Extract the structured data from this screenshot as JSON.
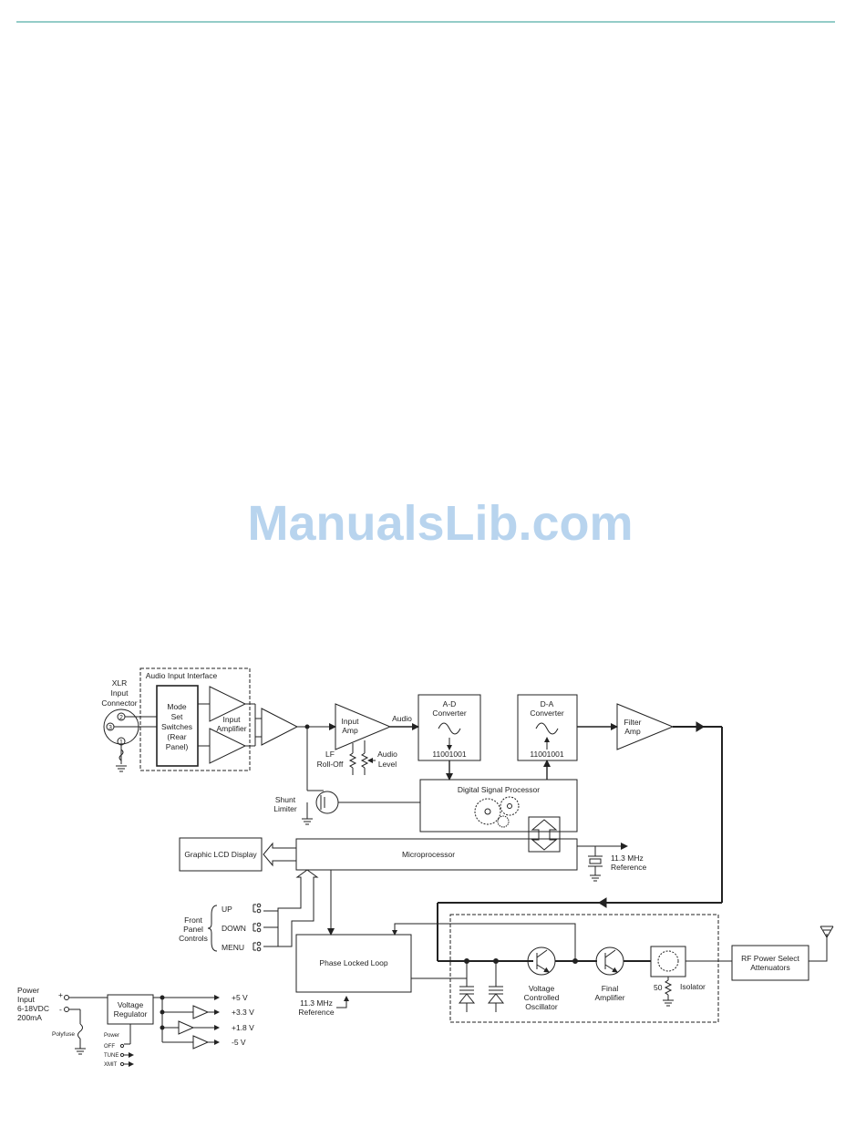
{
  "watermark": "ManualsLib.com",
  "colors": {
    "rule": "#2a9a92",
    "line": "#222222",
    "watermark": "#b8d4ee"
  },
  "diagram": {
    "xlr": {
      "l1": "XLR",
      "l2": "Input",
      "l3": "Connector",
      "pin2": "2",
      "pin3": "3",
      "pin1": "1"
    },
    "audio_input_interface": "Audio Input Interface",
    "mode_set": {
      "l1": "Mode",
      "l2": "Set",
      "l3": "Switches",
      "l4": "(Rear",
      "l5": "Panel)"
    },
    "input_amplifier": {
      "l1": "Input",
      "l2": "Amplifier"
    },
    "input_amp": {
      "l1": "Input",
      "l2": "Amp"
    },
    "audio_label": "Audio",
    "lf_rolloff": {
      "l1": "LF",
      "l2": "Roll-Off"
    },
    "audio_level": {
      "l1": "Audio",
      "l2": "Level"
    },
    "ad_converter": {
      "l1": "A-D",
      "l2": "Converter",
      "code": "11001001"
    },
    "da_converter": {
      "l1": "D-A",
      "l2": "Converter",
      "code": "11001001"
    },
    "filter_amp": {
      "l1": "Filter",
      "l2": "Amp"
    },
    "dsp": "Digital Signal Processor",
    "shunt_limiter": {
      "l1": "Shunt",
      "l2": "Limiter"
    },
    "graphic_lcd": "Graphic LCD Display",
    "microprocessor": "Microprocessor",
    "mhz_ref_top": {
      "l1": "11.3 MHz",
      "l2": "Reference"
    },
    "front_panel": {
      "l1": "Front",
      "l2": "Panel",
      "l3": "Controls",
      "up": "UP",
      "down": "DOWN",
      "menu": "MENU"
    },
    "pll": "Phase Locked Loop",
    "mhz_ref_bottom": {
      "l1": "11.3 MHz",
      "l2": "Reference"
    },
    "vco": {
      "l1": "Voltage",
      "l2": "Controlled",
      "l3": "Oscillator"
    },
    "final_amp": {
      "l1": "Final",
      "l2": "Amplifier"
    },
    "isolator": "Isolator",
    "fifty": "50",
    "rf_power": {
      "l1": "RF Power Select",
      "l2": "Attenuators"
    },
    "power_input": {
      "l1": "Power",
      "l2": "Input",
      "l3": "6-18VDC",
      "l4": "200mA",
      "plus": "+",
      "minus": "-"
    },
    "polyfuse": "Polyfuse",
    "voltage_regulator": {
      "l1": "Voltage",
      "l2": "Regulator"
    },
    "power_switch": {
      "title": "Power",
      "off": "OFF",
      "tune": "TUNE",
      "xmit": "XMIT"
    },
    "rails": [
      "+5 V",
      "+3.3 V",
      "+1.8 V",
      "-5 V"
    ]
  }
}
